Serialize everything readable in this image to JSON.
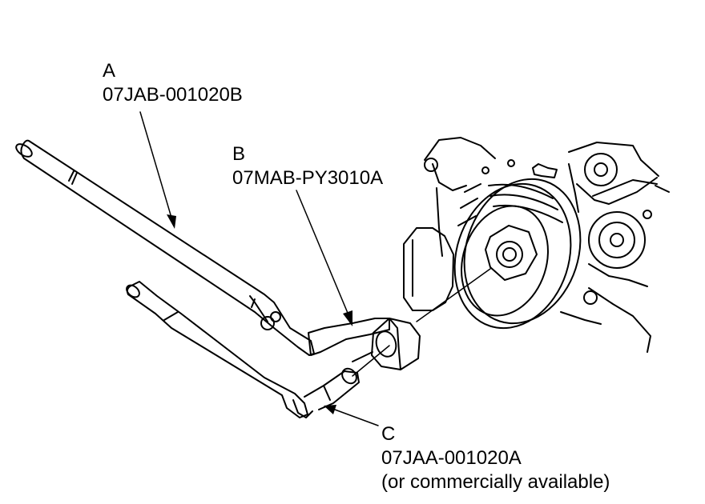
{
  "labels": {
    "a": {
      "letter": "A",
      "part_number": "07JAB-001020B"
    },
    "b": {
      "letter": "B",
      "part_number": "07MAB-PY3010A"
    },
    "c": {
      "letter": "C",
      "part_number": "07JAA-001020A",
      "note": "(or commercially available)"
    }
  }
}
